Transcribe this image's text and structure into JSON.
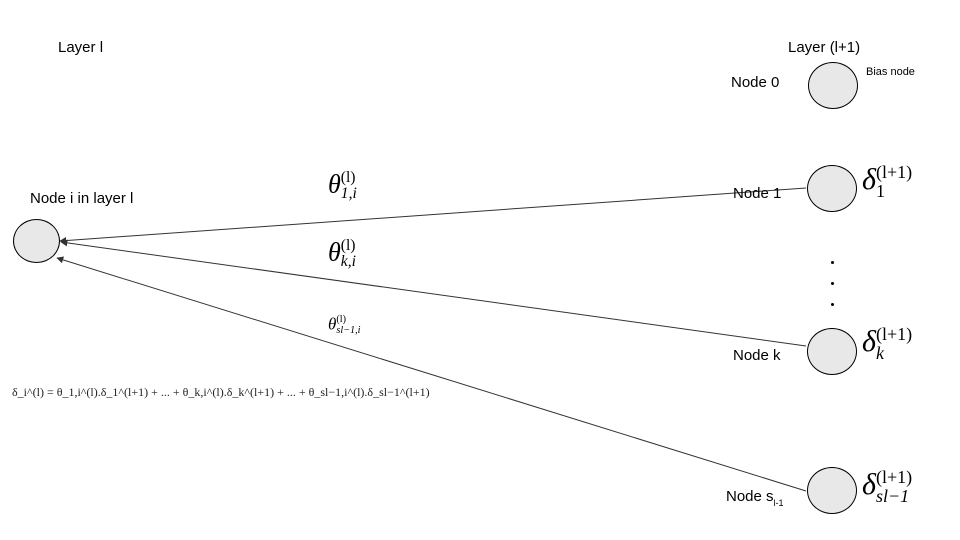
{
  "layers": {
    "left_title": "Layer l",
    "right_title": "Layer (l+1)"
  },
  "nodes": {
    "left": {
      "label": "Node i in layer l"
    },
    "bias": {
      "label": "Node 0",
      "annotation": "Bias node"
    },
    "node_1": {
      "label": "Node 1"
    },
    "node_k": {
      "label": "Node k"
    },
    "node_s": {
      "label": "Node s",
      "label_subscript": "l-1"
    }
  },
  "weights": {
    "w1": {
      "symbol": "θ",
      "sup": "(l)",
      "sub": "1,i"
    },
    "wk": {
      "symbol": "θ",
      "sup": "(l)",
      "sub": "k,i"
    },
    "ws": {
      "symbol": "θ",
      "sup": "(l)",
      "sub": "sl−1,i"
    }
  },
  "deltas": {
    "d1": {
      "symbol": "δ",
      "sup": "(l+1)",
      "sub": "1"
    },
    "dk": {
      "symbol": "δ",
      "sup": "(l+1)",
      "sub": "k"
    },
    "ds": {
      "symbol": "δ",
      "sup": "(l+1)",
      "sub": "sl−1"
    }
  },
  "ellipsis_dots": 3,
  "formula": "δ_i^(l) = θ_1,i^(l).δ_1^(l+1) + ... + θ_k,i^(l).δ_k^(l+1) + ... + θ_sl−1,i^(l).δ_sl−1^(l+1)",
  "colors": {
    "node_fill": "#e8e8e8",
    "node_stroke": "#000000",
    "edge": "#333333"
  }
}
